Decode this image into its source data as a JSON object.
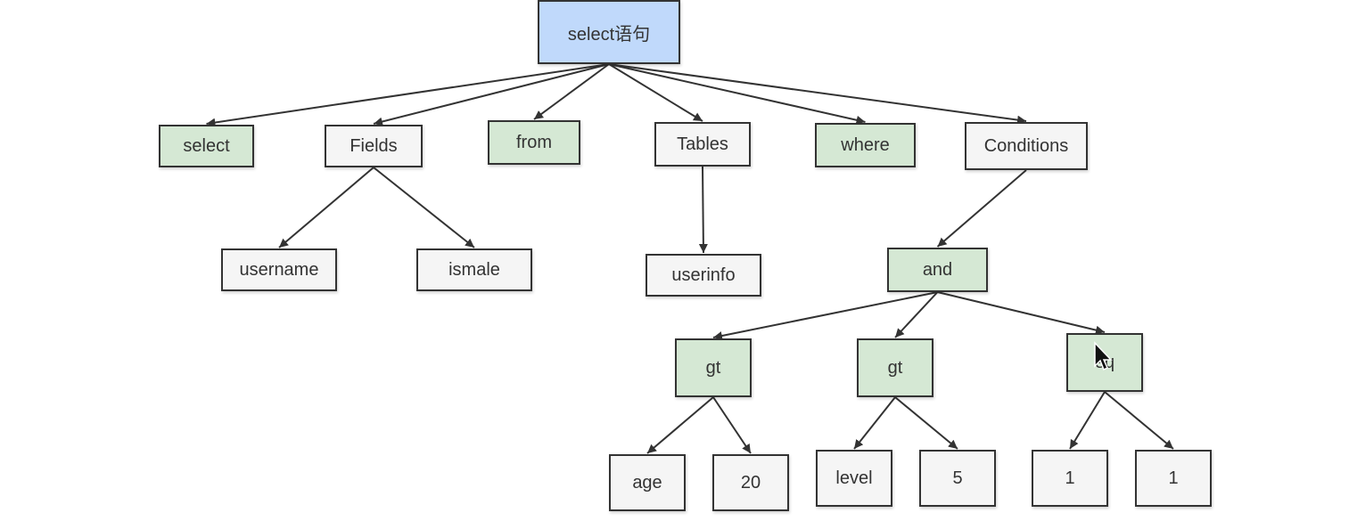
{
  "diagram": {
    "nodes": [
      {
        "id": "root",
        "label": "select语句",
        "kind": "root"
      },
      {
        "id": "select",
        "label": "select",
        "kind": "keyword"
      },
      {
        "id": "fields",
        "label": "Fields",
        "kind": "plain"
      },
      {
        "id": "from",
        "label": "from",
        "kind": "keyword"
      },
      {
        "id": "tables",
        "label": "Tables",
        "kind": "plain"
      },
      {
        "id": "where",
        "label": "where",
        "kind": "keyword"
      },
      {
        "id": "conditions",
        "label": "Conditions",
        "kind": "plain"
      },
      {
        "id": "username",
        "label": "username",
        "kind": "plain"
      },
      {
        "id": "ismale",
        "label": "ismale",
        "kind": "plain"
      },
      {
        "id": "userinfo",
        "label": "userinfo",
        "kind": "plain"
      },
      {
        "id": "and",
        "label": "and",
        "kind": "keyword"
      },
      {
        "id": "gt1",
        "label": "gt",
        "kind": "keyword"
      },
      {
        "id": "gt2",
        "label": "gt",
        "kind": "keyword"
      },
      {
        "id": "eq",
        "label": "eq",
        "kind": "keyword"
      },
      {
        "id": "age",
        "label": "age",
        "kind": "plain"
      },
      {
        "id": "v20",
        "label": "20",
        "kind": "plain"
      },
      {
        "id": "level",
        "label": "level",
        "kind": "plain"
      },
      {
        "id": "v5",
        "label": "5",
        "kind": "plain"
      },
      {
        "id": "one_a",
        "label": "1",
        "kind": "plain"
      },
      {
        "id": "one_b",
        "label": "1",
        "kind": "plain"
      }
    ],
    "edges": [
      [
        "root",
        "select"
      ],
      [
        "root",
        "fields"
      ],
      [
        "root",
        "from"
      ],
      [
        "root",
        "tables"
      ],
      [
        "root",
        "where"
      ],
      [
        "root",
        "conditions"
      ],
      [
        "fields",
        "username"
      ],
      [
        "fields",
        "ismale"
      ],
      [
        "tables",
        "userinfo"
      ],
      [
        "conditions",
        "and"
      ],
      [
        "and",
        "gt1"
      ],
      [
        "and",
        "gt2"
      ],
      [
        "and",
        "eq"
      ],
      [
        "gt1",
        "age"
      ],
      [
        "gt1",
        "v20"
      ],
      [
        "gt2",
        "level"
      ],
      [
        "gt2",
        "v5"
      ],
      [
        "eq",
        "one_a"
      ],
      [
        "eq",
        "one_b"
      ]
    ],
    "colors": {
      "root_fill": "#c0d9fb",
      "keyword_fill": "#d5e8d4",
      "plain_fill": "#f5f5f5",
      "stroke": "#333333"
    }
  }
}
